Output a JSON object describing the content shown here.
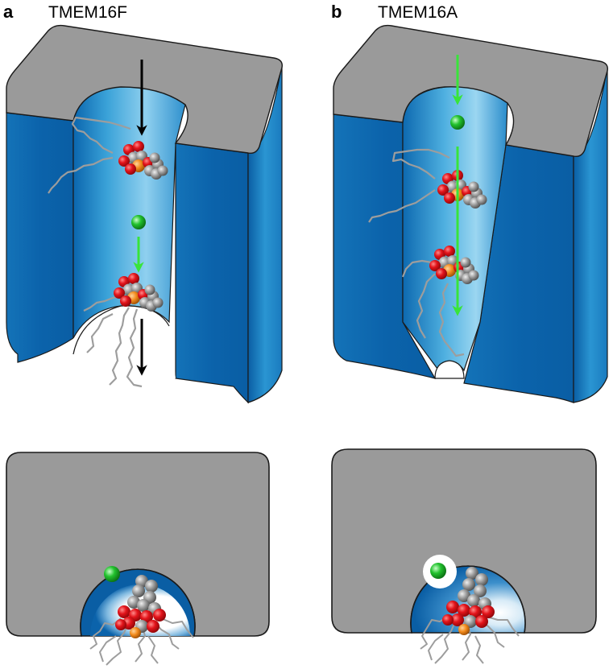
{
  "panels": [
    {
      "letter": "a",
      "title": "TMEM16F"
    },
    {
      "letter": "b",
      "title": "TMEM16A"
    }
  ],
  "colors": {
    "membrane_top": "#9a9a9a",
    "membrane_side": "#0a63ad",
    "membrane_side_light": "#1d86c9",
    "groove_light": "#8fd0ef",
    "outline": "#1a1a1a",
    "ion": "#22c22e",
    "ion_arrow": "#39e43a",
    "lipid_arrow": "#000000",
    "oxygen": "#e3141b",
    "phosphorus": "#f28a1b",
    "carbon": "#8d8d8d",
    "tail": "#9d9d9d"
  }
}
